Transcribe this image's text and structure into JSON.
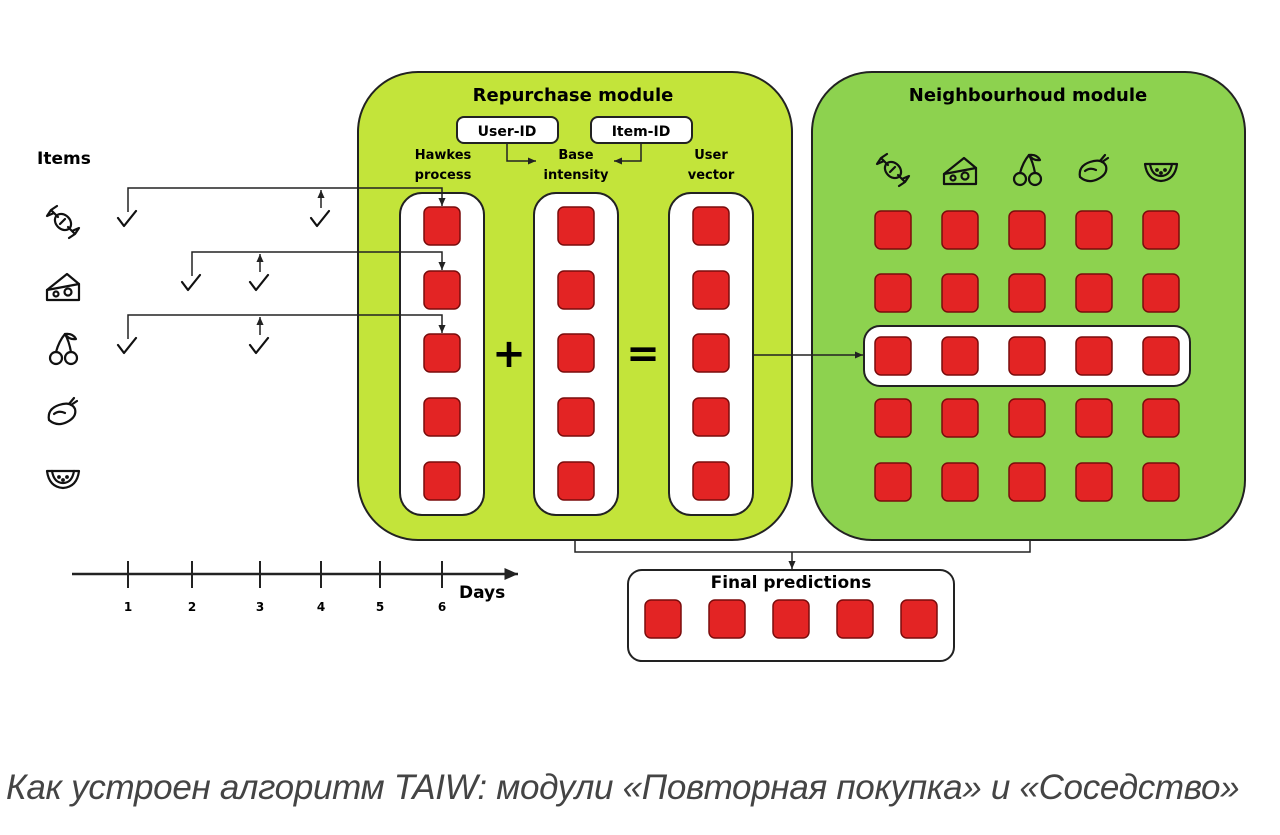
{
  "items_label": "Items",
  "items": [
    "candy",
    "cheese",
    "cherry",
    "chicken",
    "watermelon"
  ],
  "timeline": {
    "label": "Days",
    "ticks": [
      "1",
      "2",
      "3",
      "4",
      "5",
      "6"
    ],
    "purchases": [
      {
        "item": "candy",
        "days": [
          1,
          4
        ]
      },
      {
        "item": "cheese",
        "days": [
          2,
          3
        ]
      },
      {
        "item": "cherry",
        "days": [
          1,
          3
        ]
      }
    ]
  },
  "repurchase_module": {
    "title": "Repurchase module",
    "user_id": "User-ID",
    "item_id": "Item-ID",
    "hawkes_label": "Hawkes process",
    "base_label": "Base intensity",
    "user_vector_label": "User vector",
    "plus": "+",
    "equals": "="
  },
  "neighbourhood_module": {
    "title": "Neighbourhoud module",
    "rows": 5,
    "columns": 5,
    "highlighted_row": 3
  },
  "final_predictions": {
    "title": "Final predictions",
    "count": 5
  },
  "caption": "Как устроен алгоритм TAIW: модули «Повторная покупка» и «Соседство»",
  "colors": {
    "repurchase_bg": "#c3e43a",
    "neighbourhood_bg": "#8dd24f",
    "cell": "#e32424",
    "stroke": "#222222"
  }
}
